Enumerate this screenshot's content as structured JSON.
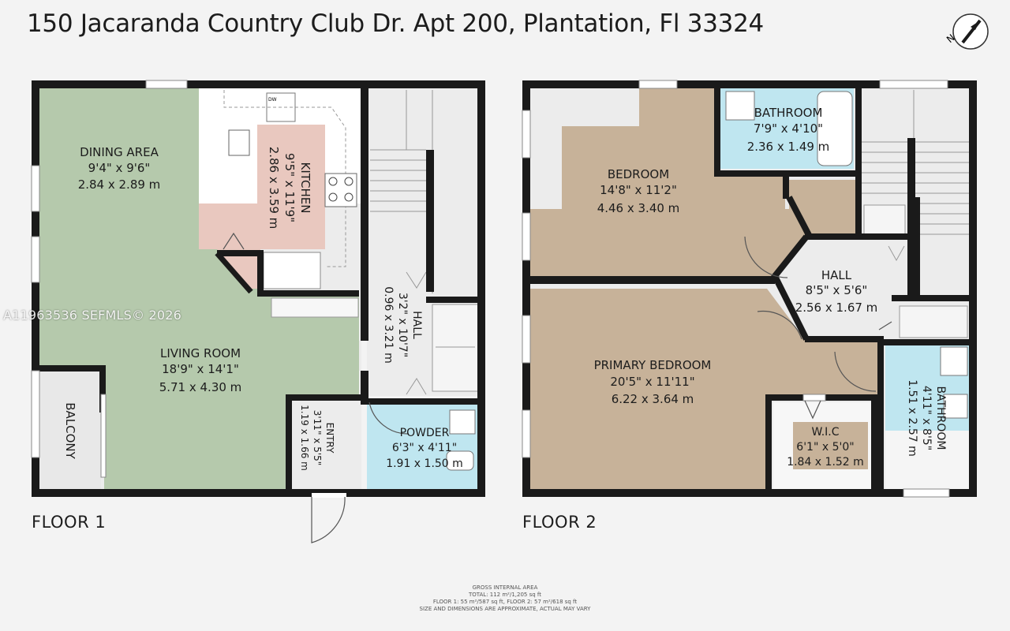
{
  "address": "150 Jacaranda Country Club Dr. Apt 200, Plantation, Fl 33324",
  "watermark": "A11963536  SEFMLS© 2026",
  "floors": {
    "floor1": "FLOOR 1",
    "floor2": "FLOOR 2"
  },
  "rooms": {
    "dining": {
      "name": "DINING AREA",
      "imperial": "9'4\" x 9'6\"",
      "metric": "2.84 x 2.89 m"
    },
    "kitchen": {
      "name": "KITCHEN",
      "imperial": "9'5\" x 11'9\"",
      "metric": "2.86 x 3.59 m"
    },
    "hall1": {
      "name": "HALL",
      "imperial": "3'2\" x 10'7\"",
      "metric": "0.96 x 3.21 m"
    },
    "living": {
      "name": "LIVING ROOM",
      "imperial": "18'9\" x 14'1\"",
      "metric": "5.71 x 4.30 m"
    },
    "balcony": {
      "name": "BALCONY"
    },
    "entry": {
      "name": "ENTRY",
      "imperial": "3'11\" x 5'5\"",
      "metric": "1.19 x 1.66 m"
    },
    "powder": {
      "name": "POWDER",
      "imperial": "6'3\" x 4'11\"",
      "metric": "1.91 x 1.50 m"
    },
    "bathroom_top": {
      "name": "BATHROOM",
      "imperial": "7'9\" x 4'10\"",
      "metric": "2.36 x 1.49 m"
    },
    "bedroom": {
      "name": "BEDROOM",
      "imperial": "14'8\" x 11'2\"",
      "metric": "4.46 x 3.40 m"
    },
    "hall2": {
      "name": "HALL",
      "imperial": "8'5\" x 5'6\"",
      "metric": "2.56 x 1.67 m"
    },
    "primary": {
      "name": "PRIMARY BEDROOM",
      "imperial": "20'5\" x 11'11\"",
      "metric": "6.22 x 3.64 m"
    },
    "wic": {
      "name": "W.I.C",
      "imperial": "6'1\" x 5'0\"",
      "metric": "1.84 x 1.52 m"
    },
    "bathroom_side": {
      "name": "BATHROOM",
      "imperial": "4'11\" x 8'5\"",
      "metric": "1.51 x 2.57 m"
    }
  },
  "fixtures": {
    "dishwasher": "DW"
  },
  "footer": {
    "line1": "GROSS INTERNAL AREA",
    "line2": "TOTAL: 112 m²/1,205 sq ft",
    "line3": "FLOOR 1: 55 m²/587 sq ft, FLOOR 2: 57 m²/618 sq ft",
    "line4": "SIZE AND DIMENSIONS ARE APPROXIMATE, ACTUAL MAY VARY"
  },
  "colors": {
    "wall": "#1a1a1a",
    "living": "#b5c9ac",
    "bedroom": "#c7b299",
    "kitchen": "#e9c8bf",
    "bath": "#bfe6f0",
    "floor_neutral": "#ececec"
  }
}
